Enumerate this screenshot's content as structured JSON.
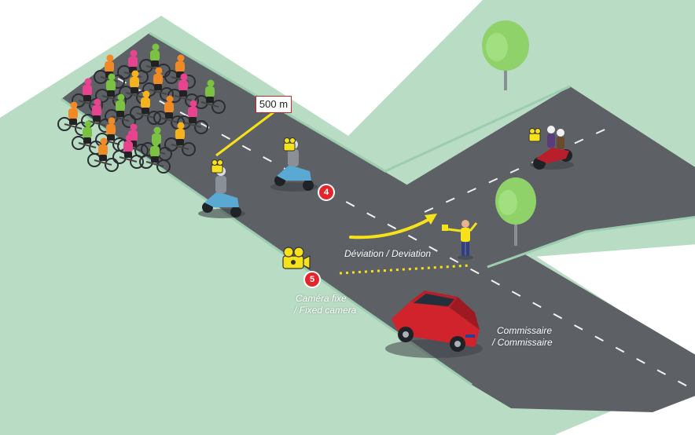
{
  "distance_marker": "500 m",
  "markers": [
    {
      "number": "4"
    },
    {
      "number": "5"
    }
  ],
  "labels": {
    "deviation": "Déviation / Deviation",
    "fixed_camera_fr": "Caméra fixe",
    "fixed_camera_en": "/ Fixed camera",
    "commissaire_fr": "Commissaire",
    "commissaire_en": "/ Commissaire"
  },
  "colors": {
    "road": "#5d6166",
    "verge": "#b8dcc4",
    "verge_edge": "#9ccdb0",
    "road_marking": "#f2f2f2",
    "accent_yellow": "#f6e21b",
    "marker_red": "#e4252c",
    "car_red": "#d0232b",
    "moto_blue": "#5aa9d3",
    "tree_green": "#8fd26a"
  },
  "icons": [
    "camera-icon",
    "tree-icon",
    "cyclist-icon",
    "police-motorbike-icon",
    "camera-motorbike-icon",
    "flag-marshal-icon",
    "car-icon"
  ]
}
